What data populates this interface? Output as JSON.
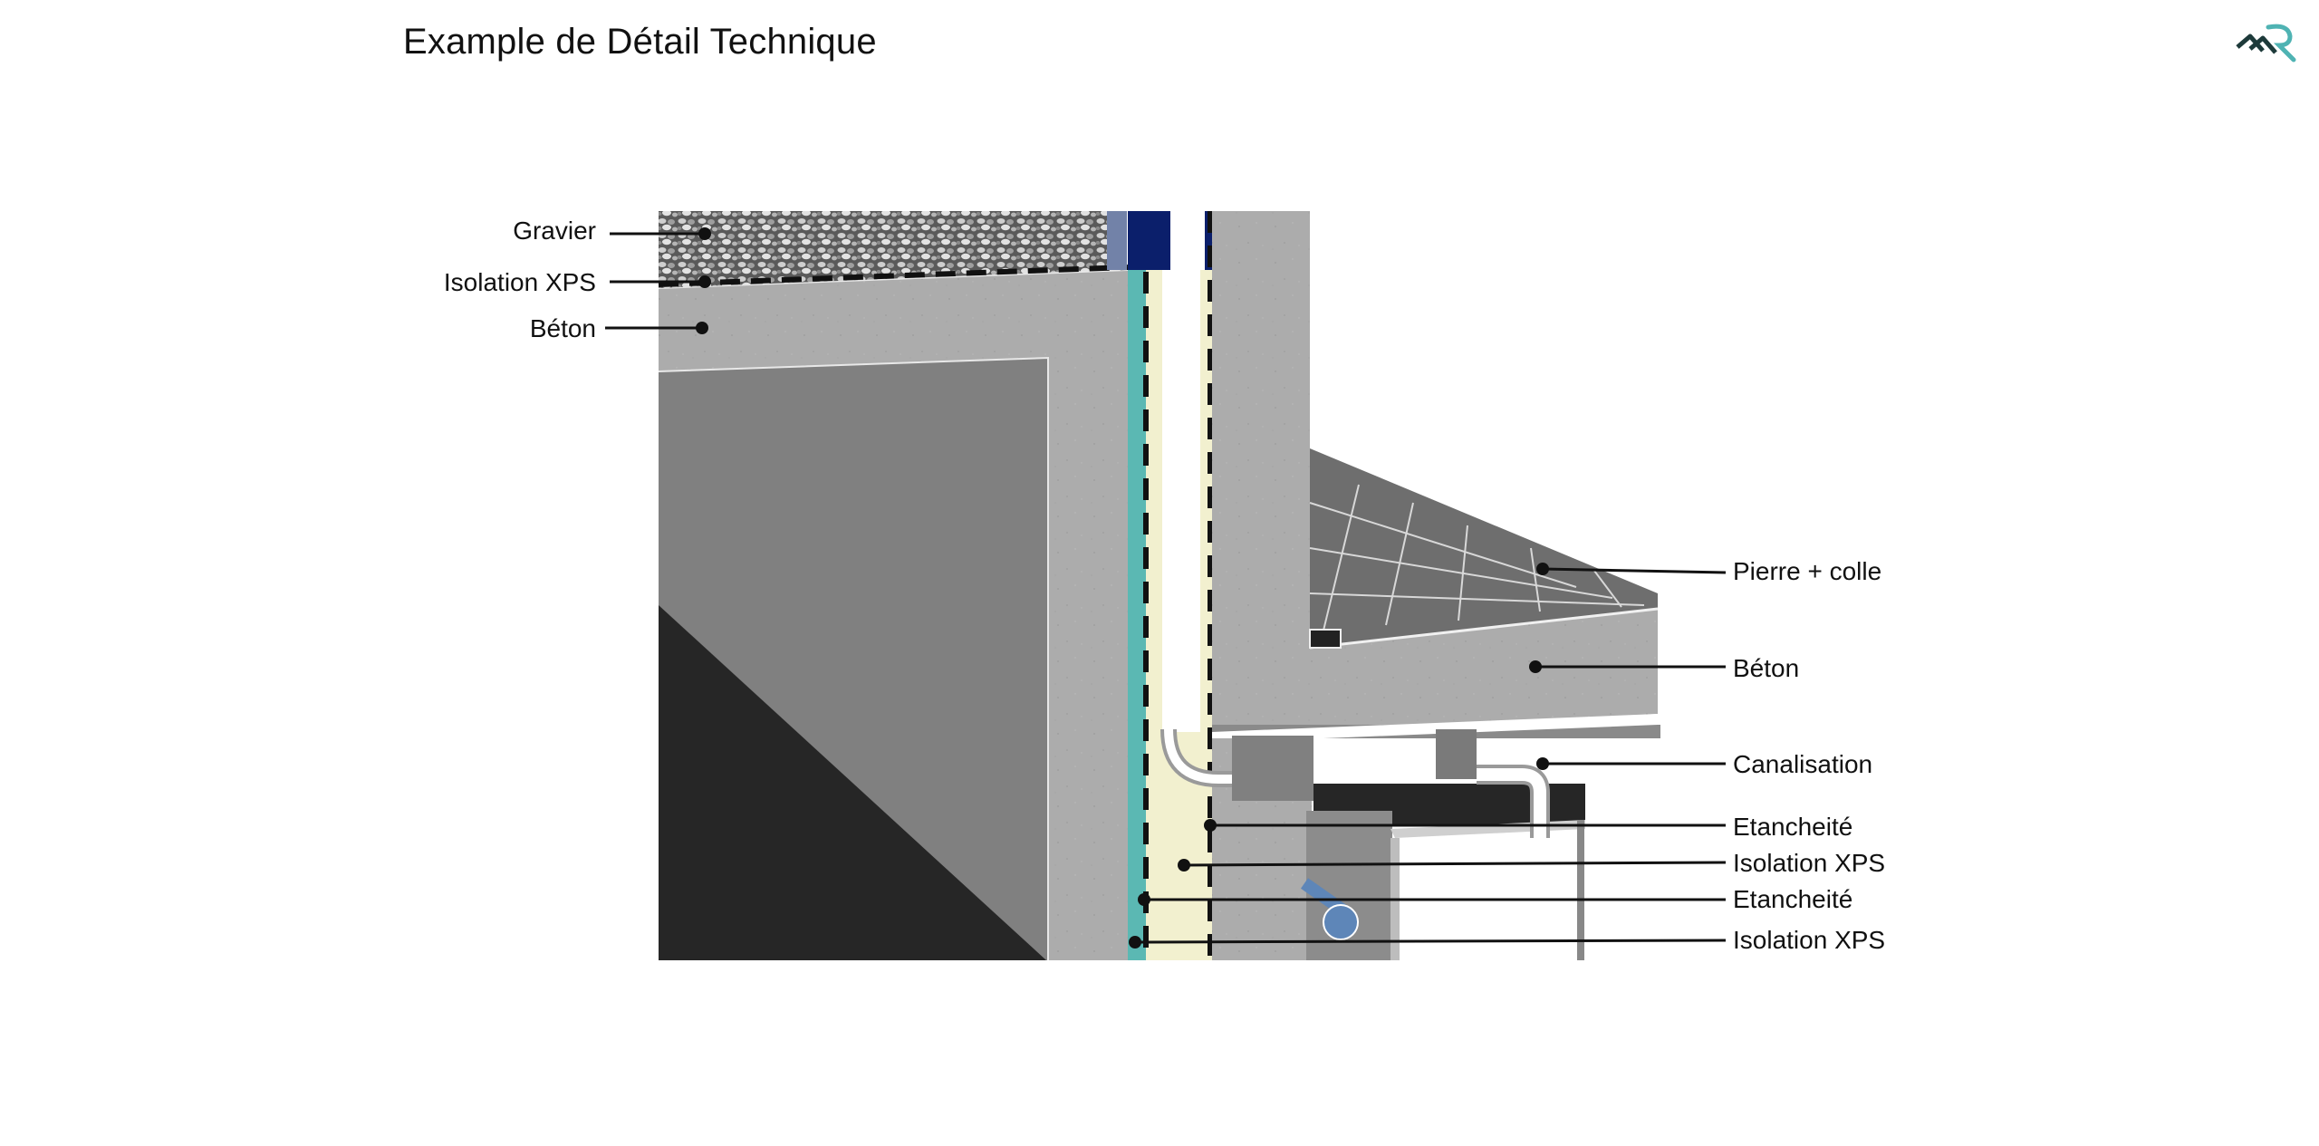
{
  "page": {
    "title": "Example de Détail Technique"
  },
  "logo": {
    "icon": "mountain-r-logo-icon",
    "colors": [
      "#1d3a3a",
      "#4fb3b3"
    ]
  },
  "labels_left": [
    {
      "id": "gravier",
      "text": "Gravier"
    },
    {
      "id": "isolation-xps-top",
      "text": "Isolation XPS"
    },
    {
      "id": "beton-top",
      "text": "Béton"
    }
  ],
  "labels_right": [
    {
      "id": "pierre-colle",
      "text": "Pierre + colle"
    },
    {
      "id": "beton-floor",
      "text": "Béton"
    },
    {
      "id": "canalisation",
      "text": "Canalisation"
    },
    {
      "id": "etancheite-1",
      "text": "Etancheité"
    },
    {
      "id": "isolation-xps-1",
      "text": "Isolation XPS"
    },
    {
      "id": "etancheite-2",
      "text": "Etancheité"
    },
    {
      "id": "isolation-xps-2",
      "text": "Isolation XPS"
    }
  ],
  "colors": {
    "concrete": "#a9a9a9",
    "concrete_dark": "#7f7f7f",
    "soil": "#262626",
    "insulation": "#f2f0cf",
    "membrane_teal": "#5bb8b3",
    "navy": "#0b1f6b",
    "tile": "#6e6e6e",
    "pipe": "#5e86b8"
  }
}
